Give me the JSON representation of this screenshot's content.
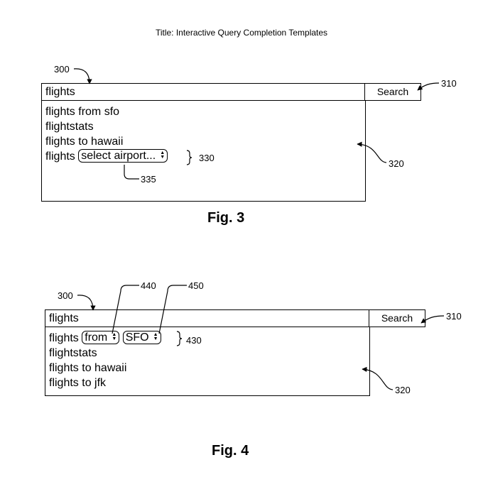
{
  "title": "Title: Interactive Query Completion Templates",
  "fig3": {
    "caption": "Fig. 3",
    "query": "flights",
    "search_label": "Search",
    "suggestions": [
      "flights from sfo",
      "flightstats",
      "flights to hawaii"
    ],
    "template": {
      "prefix": "flights",
      "select_value": "select airport..."
    },
    "refs": {
      "box": "300",
      "button": "310",
      "dropdown": "320",
      "template": "330",
      "select": "335"
    }
  },
  "fig4": {
    "caption": "Fig. 4",
    "query": "flights",
    "search_label": "Search",
    "template": {
      "prefix": "flights",
      "select1_value": "from",
      "select2_value": "SFO"
    },
    "suggestions": [
      "flightstats",
      "flights to hawaii",
      "flights to jfk"
    ],
    "refs": {
      "box": "300",
      "button": "310",
      "dropdown": "320",
      "template": "430",
      "select1": "440",
      "select2": "450"
    }
  },
  "icons": {
    "spinner": "up-down-arrows-icon",
    "leader": "leader-line-icon"
  }
}
